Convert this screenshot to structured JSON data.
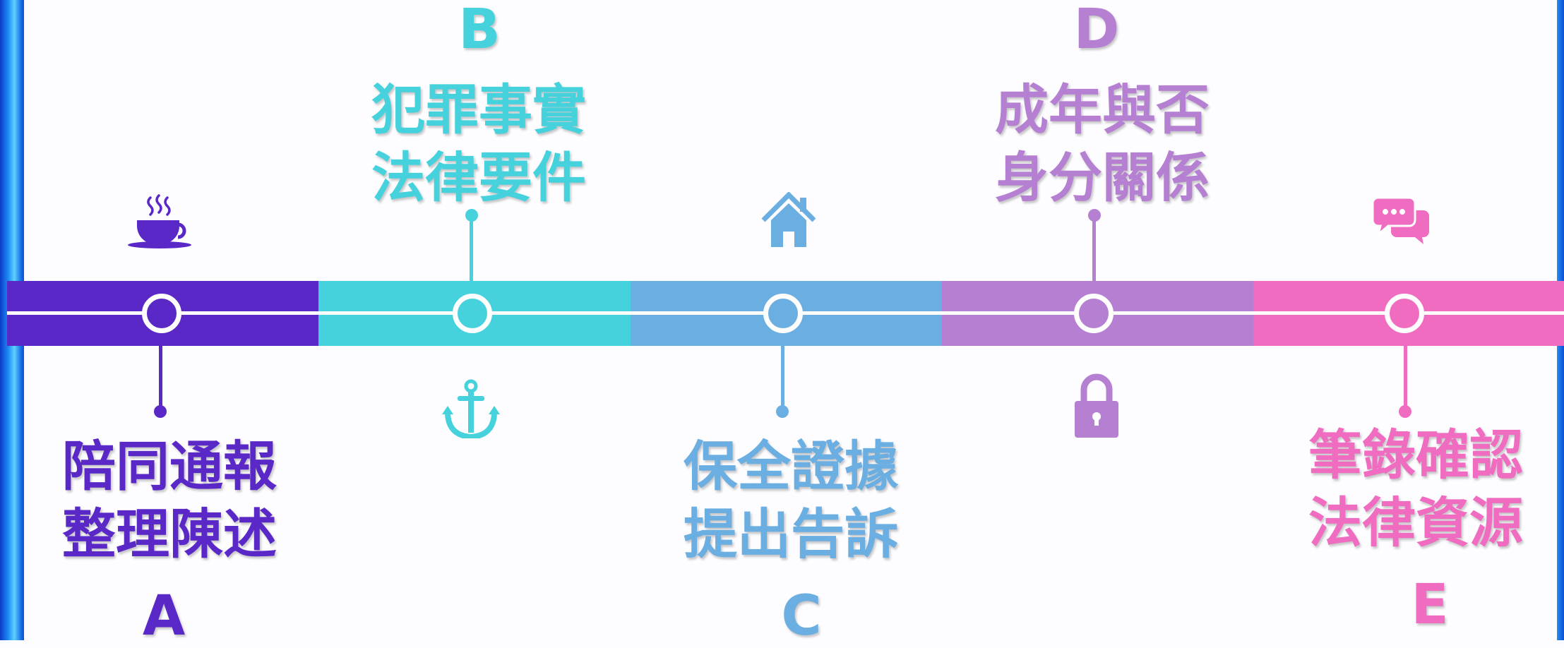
{
  "colors": {
    "a": "#5b28c8",
    "b": "#45d2dc",
    "c": "#6aaee2",
    "d": "#b57fd2",
    "e": "#ef6cc0",
    "frame": "#1a7ae8"
  },
  "steps": [
    {
      "letter": "A",
      "line1": "陪同通報",
      "line2": "整理陳述",
      "icon": "coffee-cup-icon"
    },
    {
      "letter": "B",
      "line1": "犯罪事實",
      "line2": "法律要件",
      "icon": "anchor-icon"
    },
    {
      "letter": "C",
      "line1": "保全證據",
      "line2": "提出告訴",
      "icon": "house-icon"
    },
    {
      "letter": "D",
      "line1": "成年與否",
      "line2": "身分關係",
      "icon": "padlock-icon"
    },
    {
      "letter": "E",
      "line1": "筆錄確認",
      "line2": "法律資源",
      "icon": "chat-bubbles-icon"
    }
  ]
}
